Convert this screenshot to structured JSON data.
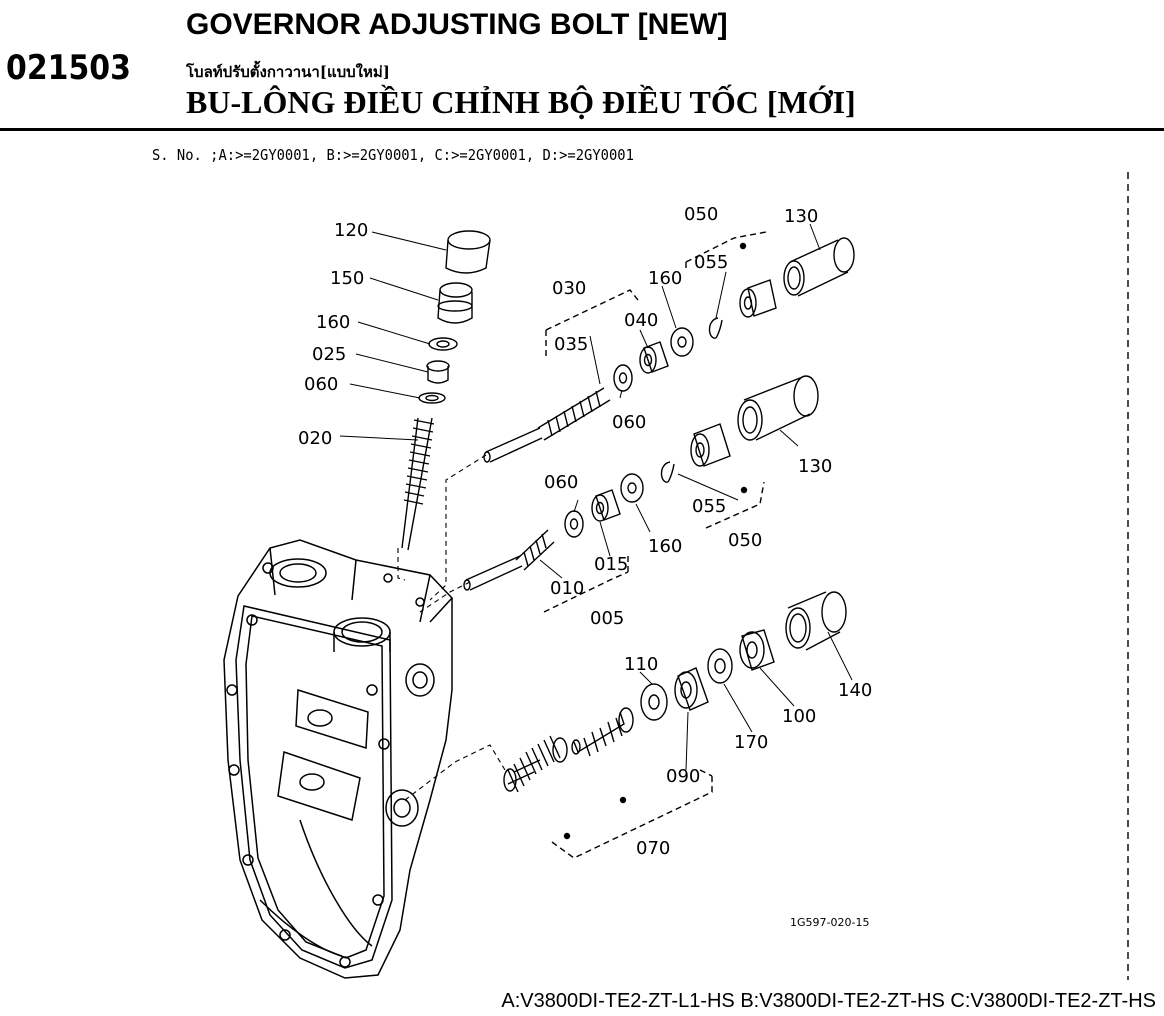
{
  "header": {
    "section_code": "021503",
    "title_en": "GOVERNOR ADJUSTING BOLT [NEW]",
    "title_th": "โบลท์ปรับตั้งกาวานา[แบบใหม่]",
    "title_vi": "BU-LÔNG ĐIỀU CHỈNH BỘ ĐIỀU TỐC [MỚI]"
  },
  "serial_numbers": "S. No. ;A:>=2GY0001, B:>=2GY0001, C:>=2GY0001, D:>=2GY0001",
  "part_callouts": {
    "p120": "120",
    "p150": "150",
    "p160a": "160",
    "p025": "025",
    "p060a": "060",
    "p020": "020",
    "p030": "030",
    "p035": "035",
    "p040": "040",
    "p160b": "160",
    "p060b": "060",
    "p050a": "050",
    "p055a": "055",
    "p130a": "130",
    "p130b": "130",
    "p055b": "055",
    "p050b": "050",
    "p060c": "060",
    "p015": "015",
    "p160c": "160",
    "p010": "010",
    "p005": "005",
    "p110": "110",
    "p090": "090",
    "p170": "170",
    "p100": "100",
    "p140": "140",
    "p070": "070"
  },
  "figure_code": "1G597-020-15",
  "model_applicability": "A:V3800DI-TE2-ZT-L1-HS B:V3800DI-TE2-ZT-HS C:V3800DI-TE2-ZT-HS"
}
